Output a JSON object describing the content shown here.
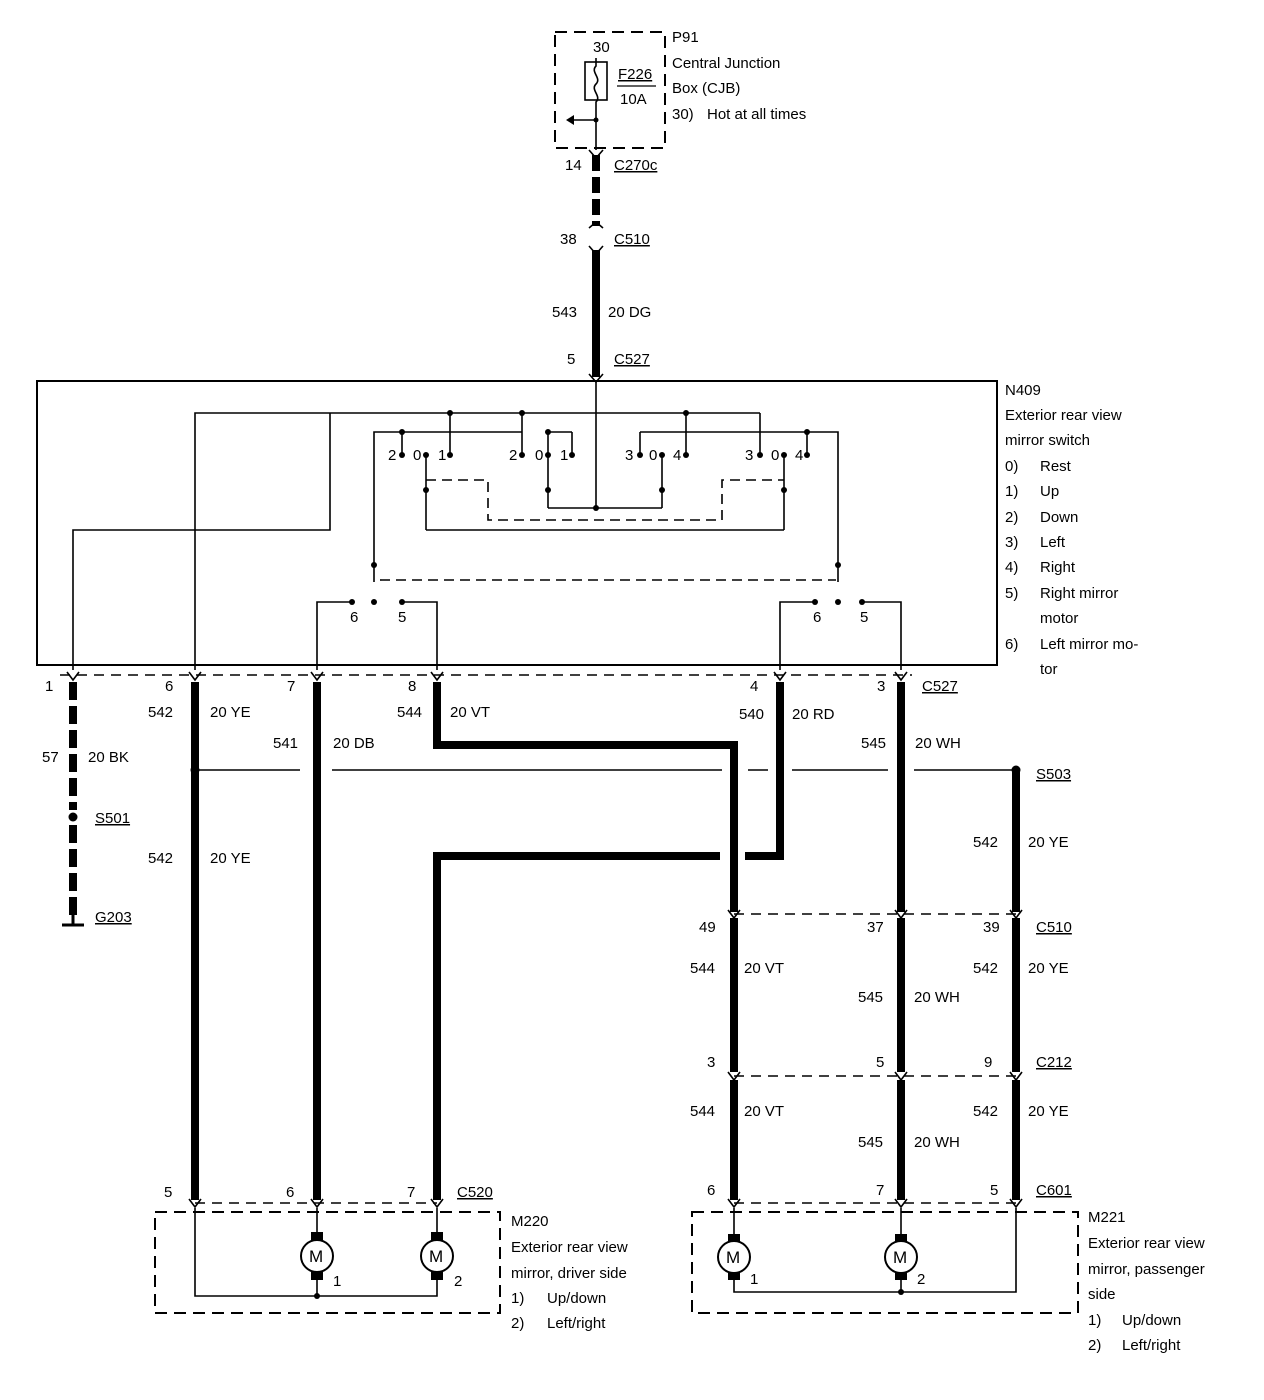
{
  "fuse_box": {
    "id": "P91",
    "name_line1": "Central Junction",
    "name_line2": "Box (CJB)",
    "pin": "30",
    "fuse_id": "F226",
    "fuse_rating": "10A",
    "note_num": "30)",
    "note_text": "Hot at all times"
  },
  "feed": {
    "c270c_pin": "14",
    "c270c": "C270c",
    "c510_pin": "38",
    "c510": "C510",
    "circuit": "543",
    "wire": "20 DG",
    "c527_pin": "5",
    "c527": "C527"
  },
  "switch": {
    "id": "N409",
    "name_line1": "Exterior rear view",
    "name_line2": "mirror switch",
    "legend": [
      {
        "num": "0)",
        "text": "Rest"
      },
      {
        "num": "1)",
        "text": "Up"
      },
      {
        "num": "2)",
        "text": "Down"
      },
      {
        "num": "3)",
        "text": "Left"
      },
      {
        "num": "4)",
        "text": "Right"
      },
      {
        "num": "5)",
        "text": "Right mirror"
      },
      {
        "num": "",
        "text": "motor"
      },
      {
        "num": "6)",
        "text": "Left mirror mo-"
      },
      {
        "num": "",
        "text": "tor"
      }
    ],
    "contacts": {
      "c0": "0",
      "c1": "1",
      "c2": "2",
      "c3": "3",
      "c4": "4",
      "c5": "5",
      "c6": "6"
    }
  },
  "c527_row": {
    "connector": "C527",
    "pins": {
      "p1": "1",
      "p6": "6",
      "p7": "7",
      "p8": "8",
      "p4": "4",
      "p3": "3"
    }
  },
  "wires": {
    "w57": {
      "circuit": "57",
      "color": "20 BK"
    },
    "w542a": {
      "circuit": "542",
      "color": "20 YE"
    },
    "w542b": {
      "circuit": "542",
      "color": "20 YE"
    },
    "w541": {
      "circuit": "541",
      "color": "20 DB"
    },
    "w544": {
      "circuit": "544",
      "color": "20 VT"
    },
    "w540": {
      "circuit": "540",
      "color": "20 RD"
    },
    "w545": {
      "circuit": "545",
      "color": "20 WH"
    },
    "w542c": {
      "circuit": "542",
      "color": "20 YE"
    },
    "w544b": {
      "circuit": "544",
      "color": "20 VT"
    },
    "w545b": {
      "circuit": "545",
      "color": "20 WH"
    },
    "w542d": {
      "circuit": "542",
      "color": "20 YE"
    },
    "w544c": {
      "circuit": "544",
      "color": "20 VT"
    },
    "w545c": {
      "circuit": "545",
      "color": "20 WH"
    },
    "w542e": {
      "circuit": "542",
      "color": "20 YE"
    }
  },
  "splices": {
    "s501": "S501",
    "s503": "S503",
    "g203": "G203"
  },
  "c510_row": {
    "connector": "C510",
    "p49": "49",
    "p37": "37",
    "p39": "39"
  },
  "c212_row": {
    "connector": "C212",
    "p3": "3",
    "p5": "5",
    "p9": "9"
  },
  "c601_row": {
    "connector": "C601",
    "p6": "6",
    "p7": "7",
    "p5": "5"
  },
  "c520_row": {
    "connector": "C520",
    "p5": "5",
    "p6": "6",
    "p7": "7"
  },
  "driver_mirror": {
    "id": "M220",
    "name_line1": "Exterior rear view",
    "name_line2": "mirror, driver side",
    "legend": [
      {
        "num": "1)",
        "text": "Up/down"
      },
      {
        "num": "2)",
        "text": "Left/right"
      }
    ],
    "motor_symbol": "M",
    "m1": "1",
    "m2": "2"
  },
  "passenger_mirror": {
    "id": "M221",
    "name_line1": "Exterior rear view",
    "name_line2": "mirror, passenger",
    "name_line3": "side",
    "legend": [
      {
        "num": "1)",
        "text": "Up/down"
      },
      {
        "num": "2)",
        "text": "Left/right"
      }
    ],
    "motor_symbol": "M",
    "m1": "1",
    "m2": "2"
  }
}
